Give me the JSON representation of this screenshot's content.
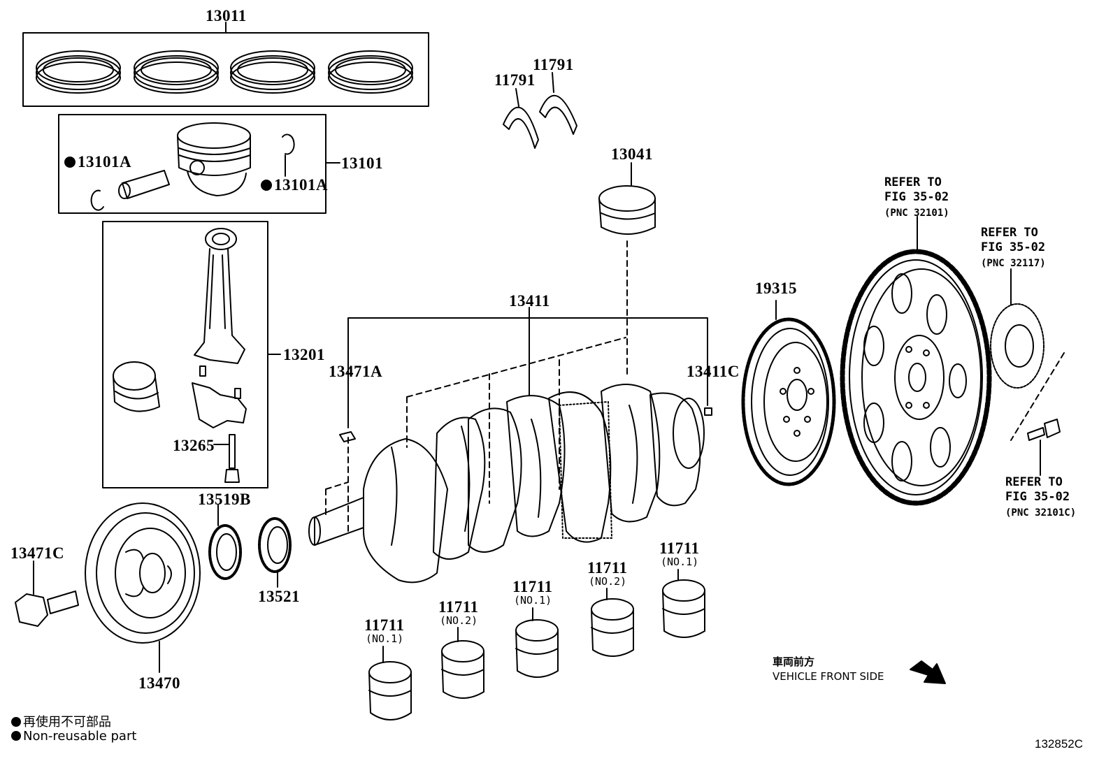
{
  "labels": {
    "ring_set": "13011",
    "piston": "13101",
    "snap_ring_left": "13101A",
    "snap_ring_right": "13101A",
    "conrod": "13201",
    "conrod_bolt": "13265",
    "crankshaft": "13411",
    "plug_a": "13471A",
    "crank_key": "13411C",
    "thrust_left": "11791",
    "thrust_right": "11791",
    "conrod_bearing": "13041",
    "signal_rotor": "19315",
    "pulley_bolt": "13471C",
    "pulley": "13470",
    "sprocket_b": "13519B",
    "sprocket": "13521",
    "bearing_1": "11711",
    "bearing_2": "11711",
    "bearing_3": "11711",
    "bearing_4": "11711",
    "bearing_5": "11711"
  },
  "bearing_subs": {
    "b1": "(NO.1)",
    "b2": "(NO.2)",
    "b3": "(NO.1)",
    "b4": "(NO.2)",
    "b5": "(NO.1)"
  },
  "refs": {
    "r1_line1": "REFER TO",
    "r1_line2": "FIG 35-02",
    "r1_line3": "(PNC 32101)",
    "r2_line1": "REFER TO",
    "r2_line2": "FIG 35-02",
    "r2_line3": "(PNC 32117)",
    "r3_line1": "REFER TO",
    "r3_line2": "FIG 35-02",
    "r3_line3": "(PNC 32101C)"
  },
  "legend": {
    "jp": "再使用不可部品",
    "en": "Non-reusable part"
  },
  "front": {
    "jp": "車両前方",
    "en": "VEHICLE FRONT SIDE"
  },
  "figure_code": "132852C"
}
